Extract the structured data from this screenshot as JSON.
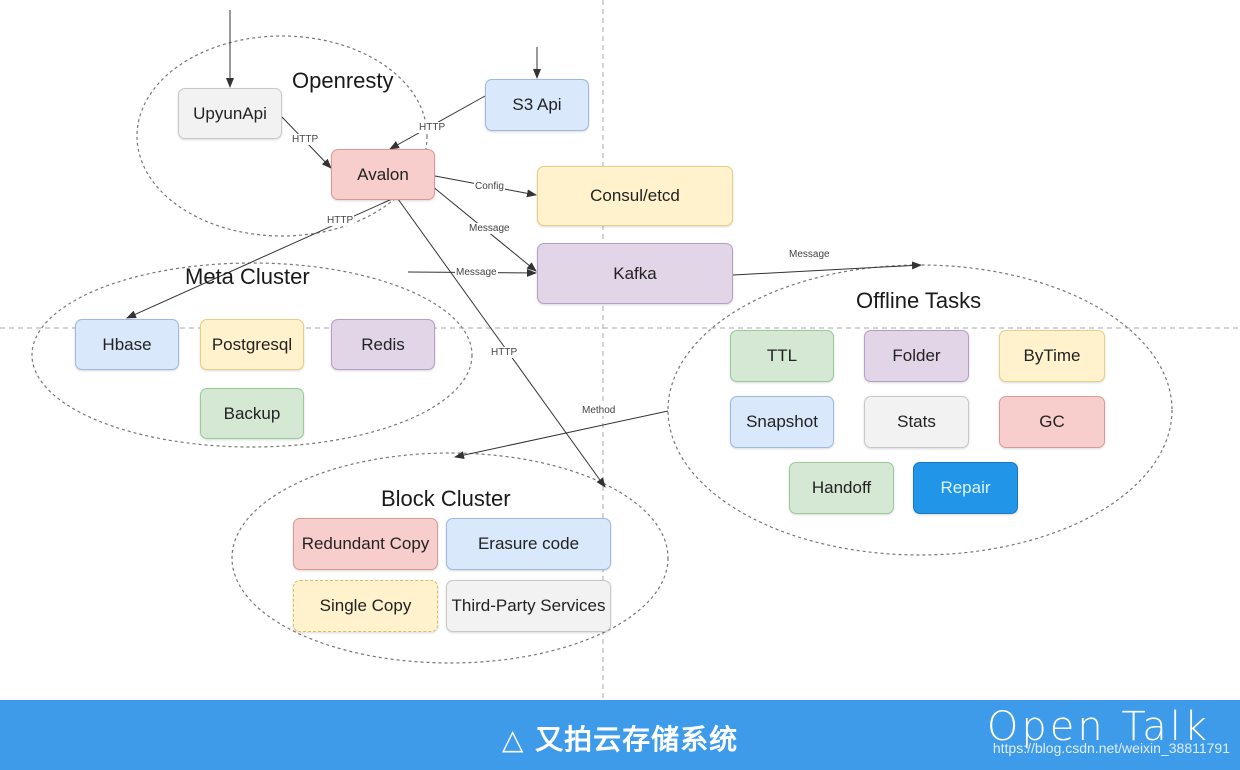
{
  "clusters": {
    "openresty": "Openresty",
    "meta": "Meta Cluster",
    "offline": "Offline Tasks",
    "block": "Block Cluster"
  },
  "nodes": {
    "upyunapi": "UpyunApi",
    "s3api": "S3 Api",
    "avalon": "Avalon",
    "consul": "Consul/etcd",
    "kafka": "Kafka",
    "hbase": "Hbase",
    "postgresql": "Postgresql",
    "redis": "Redis",
    "backup": "Backup",
    "ttl": "TTL",
    "folder": "Folder",
    "bytime": "ByTime",
    "snapshot": "Snapshot",
    "stats": "Stats",
    "gc": "GC",
    "handoff": "Handoff",
    "repair": "Repair",
    "redundant": "Redundant Copy",
    "erasure": "Erasure code",
    "single": "Single Copy",
    "thirdparty": "Third-Party Services"
  },
  "edge_labels": {
    "upyun_http": "HTTP",
    "s3_http": "HTTP",
    "config": "Config",
    "message_kafka": "Message",
    "http_meta": "HTTP",
    "message_meta": "Message",
    "message_offline": "Message",
    "http_block": "HTTP",
    "method": "Method"
  },
  "footer": {
    "caption": "△ 又拍云存储系统",
    "brand": "Open Talk",
    "url": "https://blog.csdn.net/weixin_38811791"
  },
  "colors": {
    "footer_bg": "#3d9be9",
    "gray": "#f2f2f2",
    "blue": "#dae8fc",
    "red": "#f8cecc",
    "yellow": "#fff2cc",
    "purple": "#e1d5e7",
    "green": "#d5e8d4",
    "accent": "#2196e8"
  }
}
